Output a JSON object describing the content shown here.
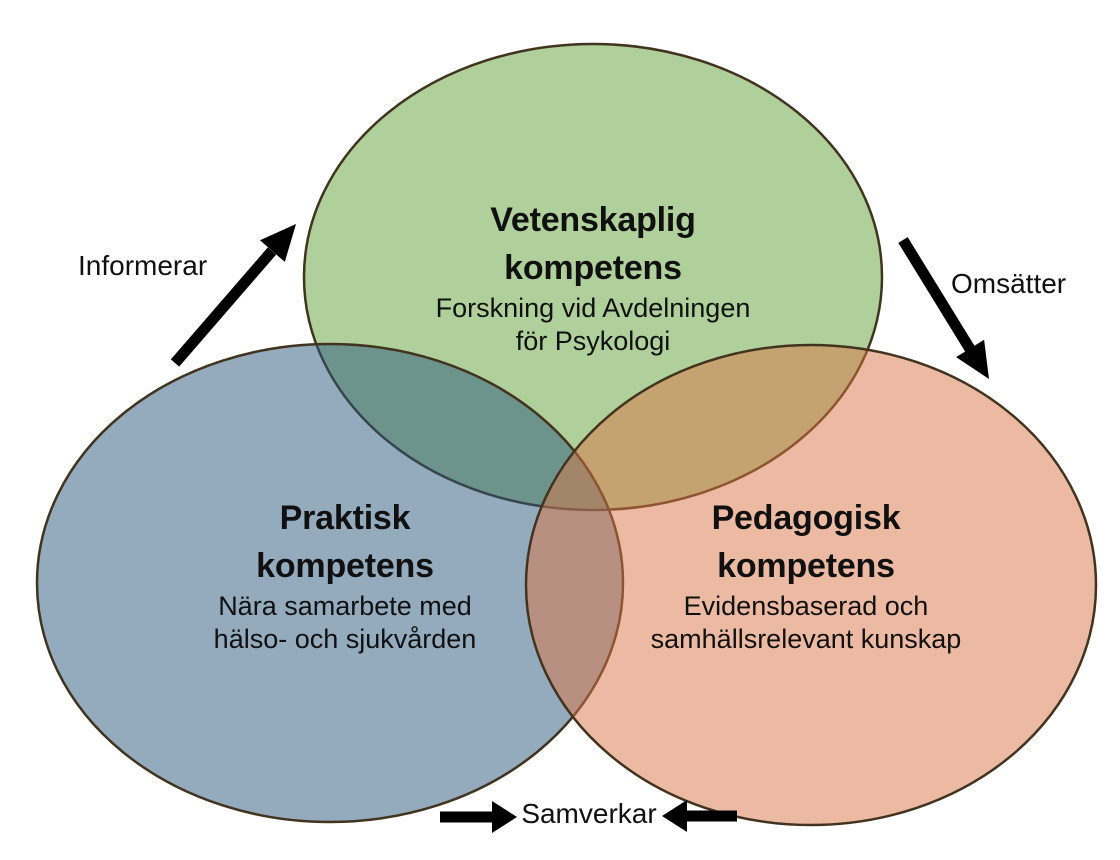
{
  "canvas": {
    "background": "#ffffff"
  },
  "colors": {
    "outline": "#42331f",
    "arrow": "#000000",
    "text": "#101010",
    "science_fill": "#61a137",
    "practice_fill": "#29577d",
    "pedagogy_fill": "#d97545",
    "science_displayed": "#b0d09b",
    "practice_displayed": "#94abbe",
    "pedagogy_displayed": "#ecbaa2"
  },
  "circles": {
    "science": {
      "title_line1": "Vetenskaplig",
      "title_line2": "kompetens",
      "subtitle_line1": "Forskning vid Avdelningen",
      "subtitle_line2": "för Psykologi"
    },
    "practice": {
      "title_line1": "Praktisk",
      "title_line2": "kompetens",
      "subtitle_line1": "Nära samarbete med",
      "subtitle_line2": "hälso- och sjukvården"
    },
    "pedagogy": {
      "title_line1": "Pedagogisk",
      "title_line2": "kompetens",
      "subtitle_line1": "Evidensbaserad och",
      "subtitle_line2": "samhällsrelevant kunskap"
    }
  },
  "arrows": {
    "informerar": {
      "label": "Informerar",
      "direction": "up-right from practice circle to science circle"
    },
    "omsatter": {
      "label": "Omsätter",
      "direction": "down-right from science circle to pedagogy circle"
    },
    "samverkar": {
      "label": "Samverkar",
      "direction": "two horizontal arrows pointing inward between practice and pedagogy circles"
    }
  }
}
